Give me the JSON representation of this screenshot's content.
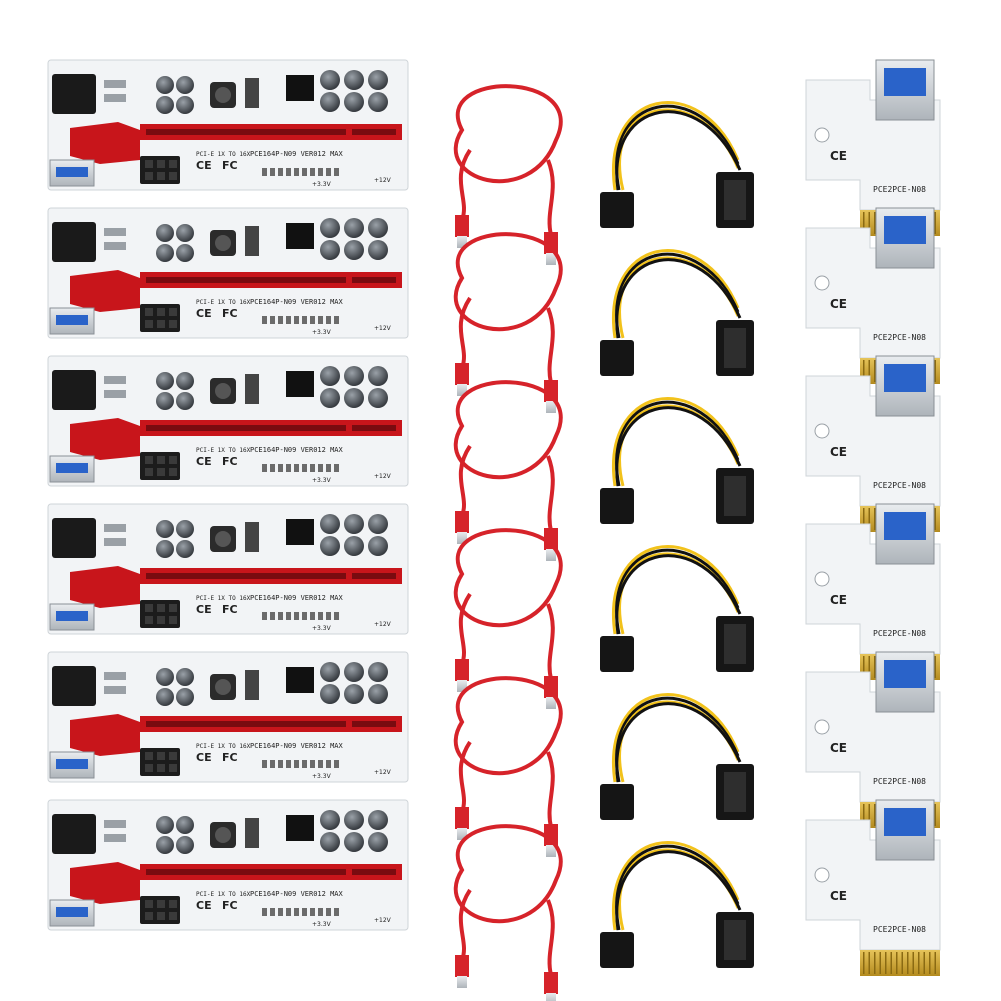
{
  "product": {
    "set_count": 6,
    "riser_board": {
      "model_label": "PCE164P-N09",
      "version_label": "VER012 MAX",
      "slot_label": "PCI-E 1X TO 16X",
      "voltage_label": "+12V",
      "voltage_label_2": "+3.3V",
      "cert_marks": [
        "CE",
        "FC"
      ]
    },
    "adapter_card": {
      "label": "PCE2PCE-N08",
      "cert_marks": [
        "CE"
      ]
    },
    "colors": {
      "board": "#f2f4f6",
      "slot_red": "#c8151b",
      "cable_red": "#d6232a",
      "usb_blue": "#2a63c9",
      "wire_yellow": "#f2c21b",
      "wire_black": "#111111",
      "gold": "#c9a231"
    },
    "icons": [
      "riser-board-icon",
      "usb-cable-icon",
      "power-cable-icon",
      "adapter-card-icon"
    ]
  }
}
